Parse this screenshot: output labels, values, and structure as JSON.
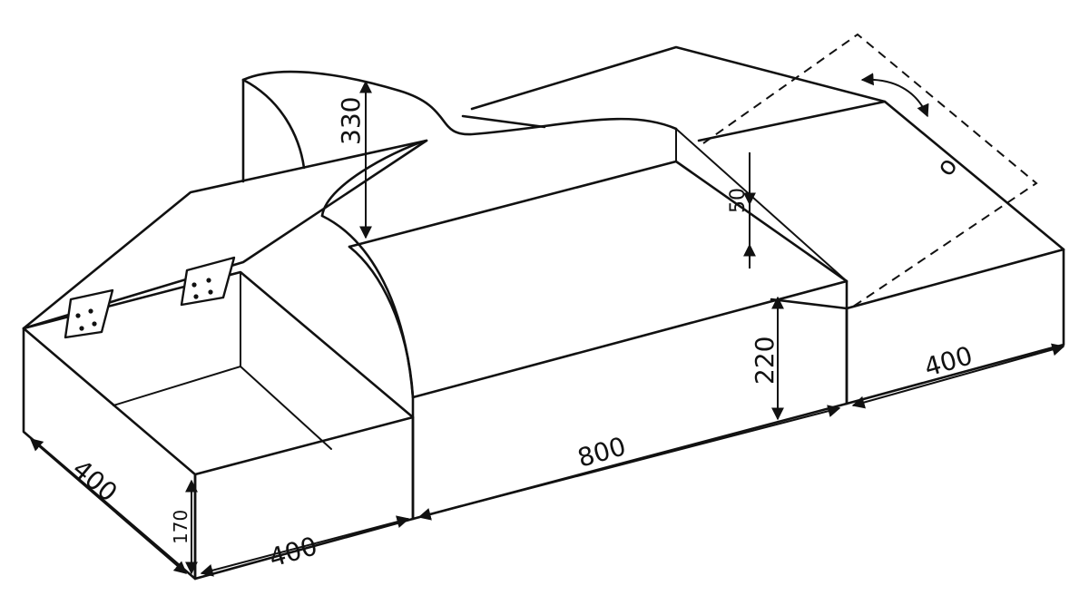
{
  "dimensions": {
    "front_depth": "400",
    "front_height": "170",
    "front_length": "400",
    "middle_length": "800",
    "middle_height": "220",
    "backrest_height": "330",
    "rim_height": "50",
    "rear_length": "400"
  },
  "rear_lid_mark": "o",
  "colors": {
    "line": "#111111",
    "paper": "#ffffff"
  }
}
